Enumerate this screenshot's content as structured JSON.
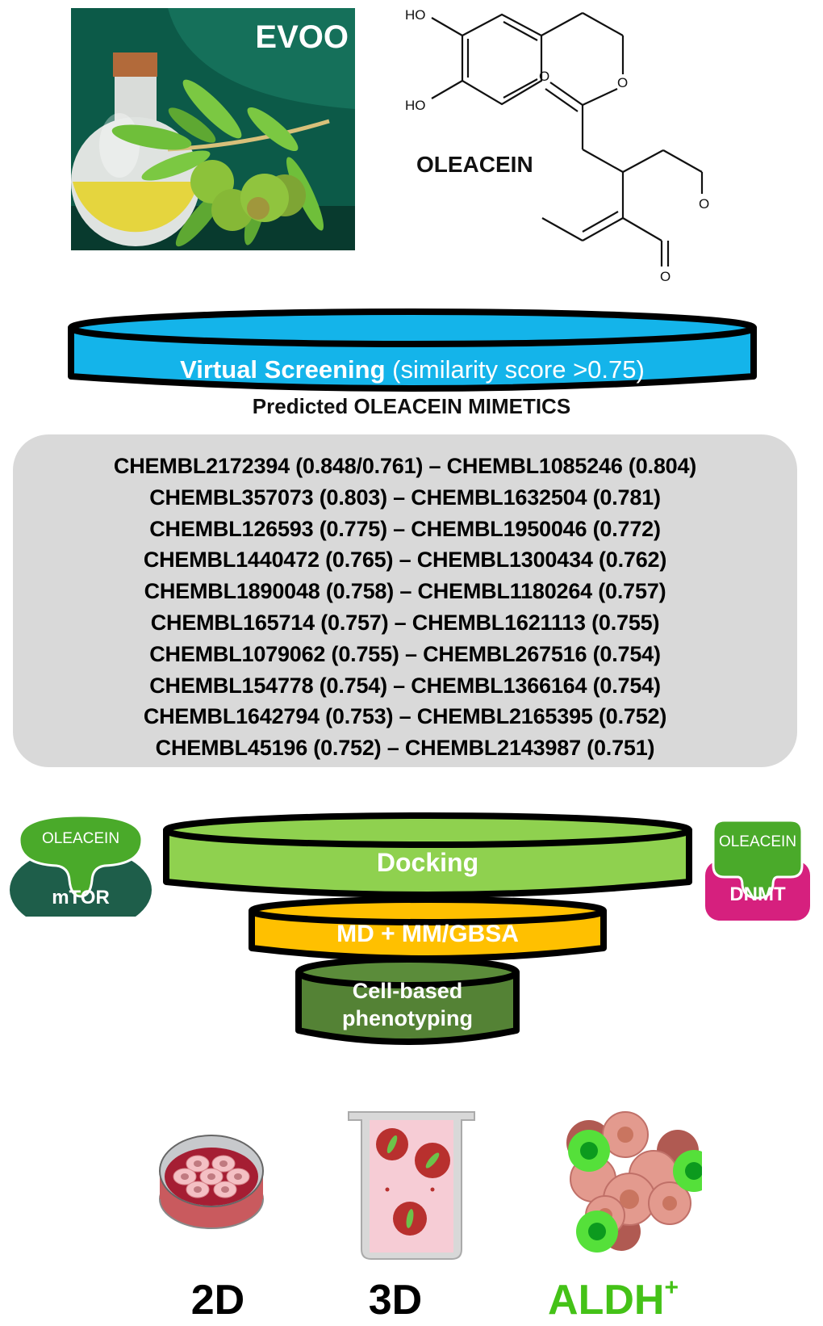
{
  "evoo_panel": {
    "label": "EVOO",
    "colors": {
      "background": "#0c5a48",
      "dark_band": "#083a2e",
      "oil": "#e8d84a",
      "olive": "#7fb02c",
      "leaf": "#6fbf3a",
      "cork": "#b26a3a"
    }
  },
  "molecule": {
    "name": "OLEACEIN",
    "atom_labels": [
      "HO",
      "HO",
      "O",
      "O",
      "O",
      "O"
    ]
  },
  "virtual_screening": {
    "label_bold": "Virtual Screening",
    "label_normal": "(similarity score >0.75)",
    "color": "#14b4ea"
  },
  "mimetics": {
    "title": "Predicted OLEACEIN MIMETICS",
    "rows": [
      {
        "left_id": "CHEMBL2172394",
        "left_score": "0.848/0.761",
        "right_id": "CHEMBL1085246",
        "right_score": "0.804",
        "text": "CHEMBL2172394 (0.848/0.761) – CHEMBL1085246 (0.804)"
      },
      {
        "left_id": "CHEMBL357073",
        "left_score": "0.803",
        "right_id": "CHEMBL1632504",
        "right_score": "0.781",
        "text": "CHEMBL357073 (0.803) – CHEMBL1632504 (0.781)"
      },
      {
        "left_id": "CHEMBL126593",
        "left_score": "0.775",
        "right_id": "CHEMBL1950046",
        "right_score": "0.772",
        "text": "CHEMBL126593 (0.775) – CHEMBL1950046 (0.772)"
      },
      {
        "left_id": "CHEMBL1440472",
        "left_score": "0.765",
        "right_id": "CHEMBL1300434",
        "right_score": "0.762",
        "text": "CHEMBL1440472 (0.765) – CHEMBL1300434 (0.762)"
      },
      {
        "left_id": "CHEMBL1890048",
        "left_score": "0.758",
        "right_id": "CHEMBL1180264",
        "right_score": "0.757",
        "text": "CHEMBL1890048 (0.758) – CHEMBL1180264 (0.757)"
      },
      {
        "left_id": "CHEMBL165714",
        "left_score": "0.757",
        "right_id": "CHEMBL1621113",
        "right_score": "0.755",
        "text": "CHEMBL165714 (0.757) – CHEMBL1621113 (0.755)"
      },
      {
        "left_id": "CHEMBL1079062",
        "left_score": "0.755",
        "right_id": "CHEMBL267516",
        "right_score": "0.754",
        "text": "CHEMBL1079062 (0.755) – CHEMBL267516 (0.754)"
      },
      {
        "left_id": "CHEMBL154778",
        "left_score": "0.754",
        "right_id": "CHEMBL1366164",
        "right_score": "0.754",
        "text": "CHEMBL154778 (0.754) – CHEMBL1366164 (0.754)"
      },
      {
        "left_id": "CHEMBL1642794",
        "left_score": "0.753",
        "right_id": "CHEMBL2165395",
        "right_score": "0.752",
        "text": "CHEMBL1642794 (0.753) – CHEMBL2165395 (0.752)"
      },
      {
        "left_id": "CHEMBL45196",
        "left_score": "0.752",
        "right_id": "CHEMBL2143987",
        "right_score": "0.751",
        "text": "CHEMBL45196 (0.752) – CHEMBL2143987 (0.751)"
      }
    ]
  },
  "funnel": {
    "stages": [
      {
        "label": "Docking",
        "color": "#8fd14f"
      },
      {
        "label": "MD + MM/GBSA",
        "color": "#ffc000"
      },
      {
        "label_line1": "Cell-based",
        "label_line2": "phenotyping",
        "color": "#548235"
      }
    ]
  },
  "binding_badges": {
    "left": {
      "ligand": "OLEACEIN",
      "target": "mTOR",
      "ligand_color": "#4aaa2a",
      "target_color": "#1e5e4a"
    },
    "right": {
      "ligand": "OLEACEIN",
      "target": "DNMT",
      "ligand_color": "#4aaa2a",
      "target_color": "#d6207e"
    }
  },
  "models": {
    "two_d": "2D",
    "three_d": "3D",
    "aldh": "ALDH",
    "aldh_sup": "+",
    "aldh_color": "#44c217"
  }
}
